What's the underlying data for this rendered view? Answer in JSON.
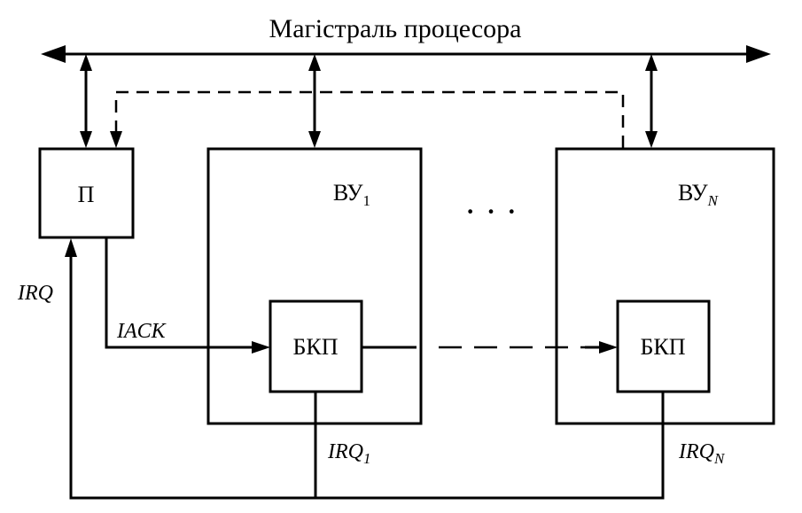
{
  "bus": {
    "label": "Магістраль процесора"
  },
  "processor": {
    "label": "П"
  },
  "device_1": {
    "label": "ВУ",
    "subscript": "1"
  },
  "device_n": {
    "label": "ВУ",
    "subscript": "N"
  },
  "ellipsis": "· · ·",
  "controller_1": {
    "label": "БКП"
  },
  "controller_n": {
    "label": "БКП"
  },
  "signals": {
    "irq": "IRQ",
    "iack": "IACK",
    "irq_1": {
      "base": "IRQ",
      "subscript": "1"
    },
    "irq_n": {
      "base": "IRQ",
      "subscript": "N"
    }
  }
}
